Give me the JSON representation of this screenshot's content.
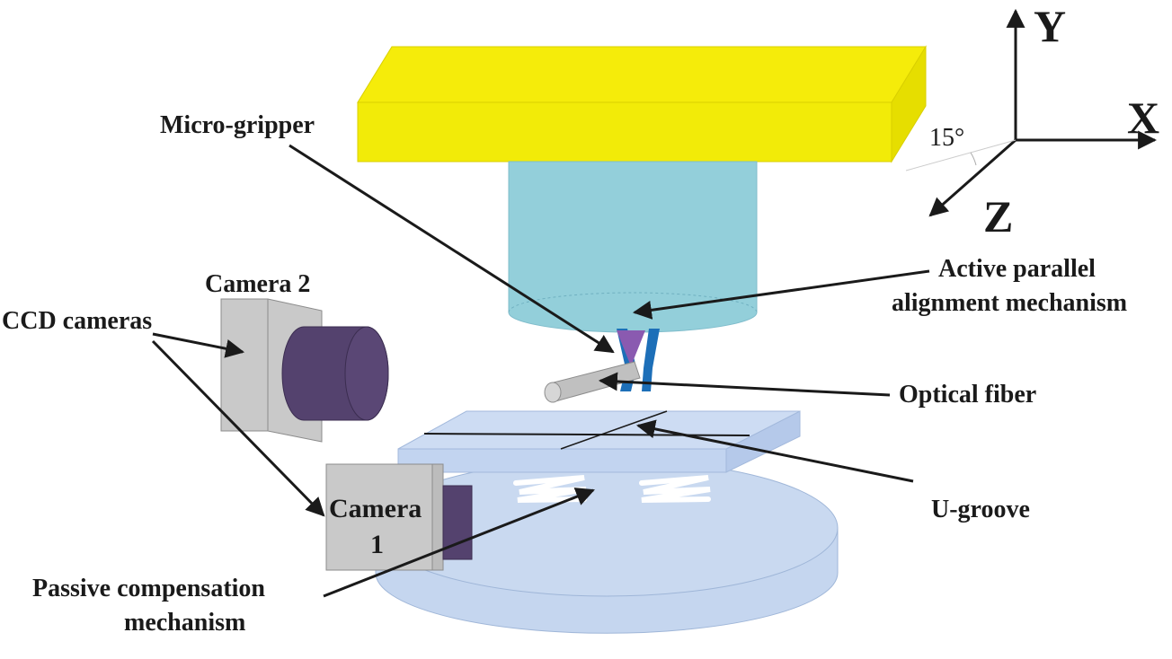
{
  "labels": {
    "micro_gripper": "Micro-gripper",
    "camera2": "Camera 2",
    "ccd_cameras": "CCD cameras",
    "camera1_line1": "Camera",
    "camera1_line2": "1",
    "active_line1": "Active parallel",
    "active_line2": "alignment mechanism",
    "optical_fiber": "Optical fiber",
    "u_groove": "U-groove",
    "passive_line1": "Passive compensation",
    "passive_line2": "mechanism"
  },
  "axes": {
    "x": "X",
    "y": "Y",
    "z": "Z",
    "angle": "15°"
  },
  "colors": {
    "plate": "#f2eb08",
    "column": "#93cfda",
    "gripper": "#1d6fb8",
    "tip": "#8a5ab0",
    "camera_body": "#c9c9c9",
    "lens": "#54426e",
    "stage": "#c5d6ef",
    "fiber": "#bdbdbd"
  }
}
